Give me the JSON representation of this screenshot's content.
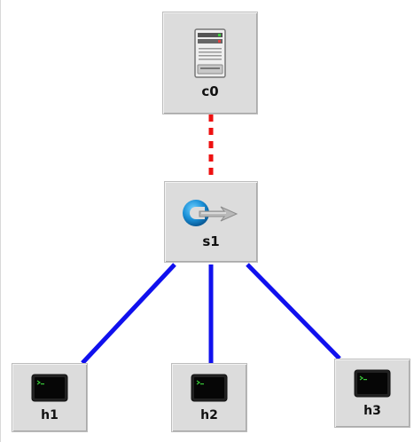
{
  "topology": {
    "controller": {
      "label": "c0",
      "icon": "controller-server-icon"
    },
    "switch": {
      "label": "s1",
      "icon": "openflow-switch-icon"
    },
    "hosts": [
      {
        "label": "h1",
        "icon": "host-terminal-icon"
      },
      {
        "label": "h2",
        "icon": "host-terminal-icon"
      },
      {
        "label": "h3",
        "icon": "host-terminal-icon"
      }
    ],
    "links": [
      {
        "from": "c0",
        "to": "s1",
        "kind": "control",
        "style": "dashed",
        "color": "#ee1111"
      },
      {
        "from": "s1",
        "to": "h1",
        "kind": "data",
        "style": "solid",
        "color": "#1010ee"
      },
      {
        "from": "s1",
        "to": "h2",
        "kind": "data",
        "style": "solid",
        "color": "#1010ee"
      },
      {
        "from": "s1",
        "to": "h3",
        "kind": "data",
        "style": "solid",
        "color": "#1010ee"
      }
    ]
  },
  "colors": {
    "canvas_bg": "#ffffff",
    "node_bg": "#dcdcdc",
    "control_link": "#ee1111",
    "data_link": "#1010ee"
  }
}
